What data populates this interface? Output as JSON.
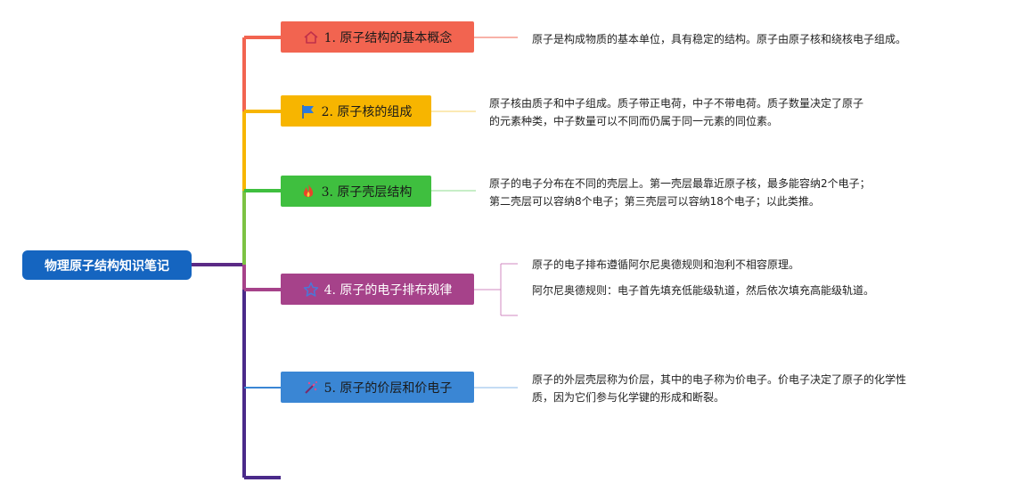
{
  "root": {
    "label": "物理原子结构知识笔记",
    "color": "#1565c0"
  },
  "topics": [
    {
      "label": "1. 原子结构的基本概念",
      "icon": "home-icon",
      "color": "#f26450",
      "text_color": "#1a1a1a",
      "notes": [
        "原子是构成物质的基本单位，具有稳定的结构。原子由原子核和绕核电子组成。"
      ]
    },
    {
      "label": "2. 原子核的组成",
      "icon": "flag-icon",
      "color": "#f7b500",
      "text_color": "#1a1a1a",
      "notes": [
        "原子核由质子和中子组成。质子带正电荷，中子不带电荷。质子数量决定了原子\n的元素种类，中子数量可以不同而仍属于同一元素的同位素。"
      ]
    },
    {
      "label": "3. 原子壳层结构",
      "icon": "fire-icon",
      "color": "#3fbf3f",
      "text_color": "#1a1a1a",
      "notes": [
        "原子的电子分布在不同的壳层上。第一壳层最靠近原子核，最多能容纳2个电子；\n第二壳层可以容纳8个电子；第三壳层可以容纳18个电子；以此类推。"
      ]
    },
    {
      "label": "4. 原子的电子排布规律",
      "icon": "star-icon",
      "color": "#a6428a",
      "text_color": "#ffffff",
      "notes": [
        "原子的电子排布遵循阿尔尼奥德规则和泡利不相容原理。",
        "阿尔尼奥德规则：电子首先填充低能级轨道，然后依次填充高能级轨道。"
      ]
    },
    {
      "label": "5. 原子的价层和价电子",
      "icon": "magic-wand-icon",
      "color": "#3a86d4",
      "text_color": "#1a1a1a",
      "notes": [
        "原子的外层壳层称为价层，其中的电子称为价电子。价电子决定了原子的化学性\n质，因为它们参与化学键的形成和断裂。"
      ]
    }
  ],
  "colors": {
    "trunk_bottom": "#4a2a8a",
    "trunk_purple": "#6a2a8a"
  }
}
